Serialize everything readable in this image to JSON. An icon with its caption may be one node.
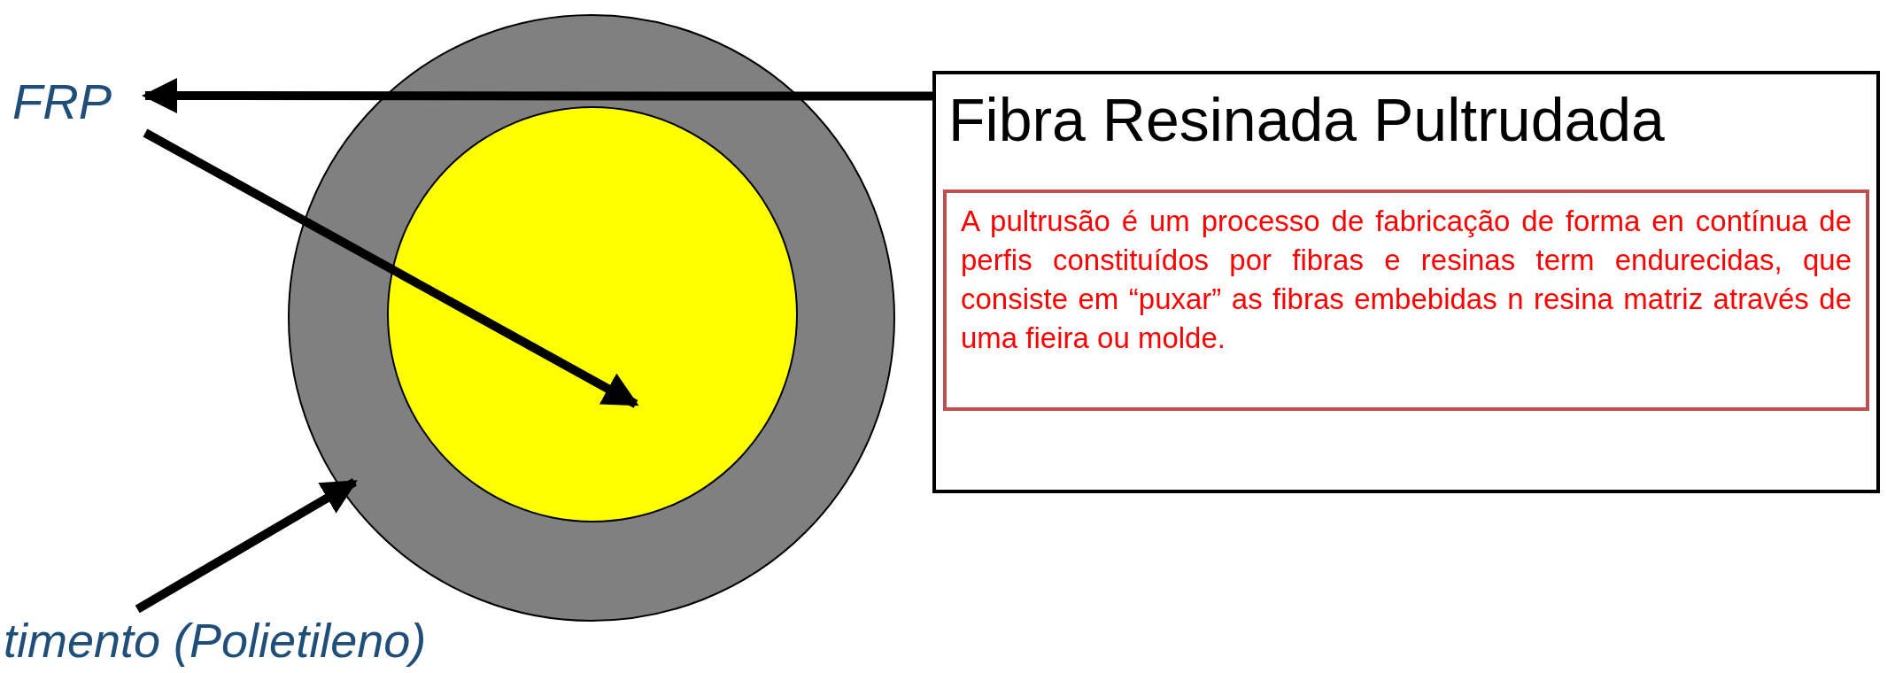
{
  "diagram": {
    "nodes": [
      {
        "text": [],
        "shape": "circle"
      },
      {
        "text": [],
        "shape": "circle",
        "in": 0
      },
      {
        "text": [
          "FRP"
        ]
      },
      {
        "text": [
          "timento (Polietileno)"
        ]
      },
      {
        "text": [
          "Fibra Resinada Pultrudada"
        ]
      },
      {
        "in": 4,
        "text": [
          "A pultrusão é um processo de fabricação de forma en contínua de perfis constituídos por fibras e resinas term endurecidas, que consiste em “puxar” as fibras embebidas n resina matriz através de uma fieira ou molde."
        ]
      }
    ],
    "edges": [
      {
        "from": 4,
        "to": 2,
        "arrow": "to"
      },
      {
        "from": 2,
        "to": 1,
        "arrow": "to"
      },
      {
        "from": 3,
        "to": 0,
        "arrow": "to"
      }
    ]
  }
}
